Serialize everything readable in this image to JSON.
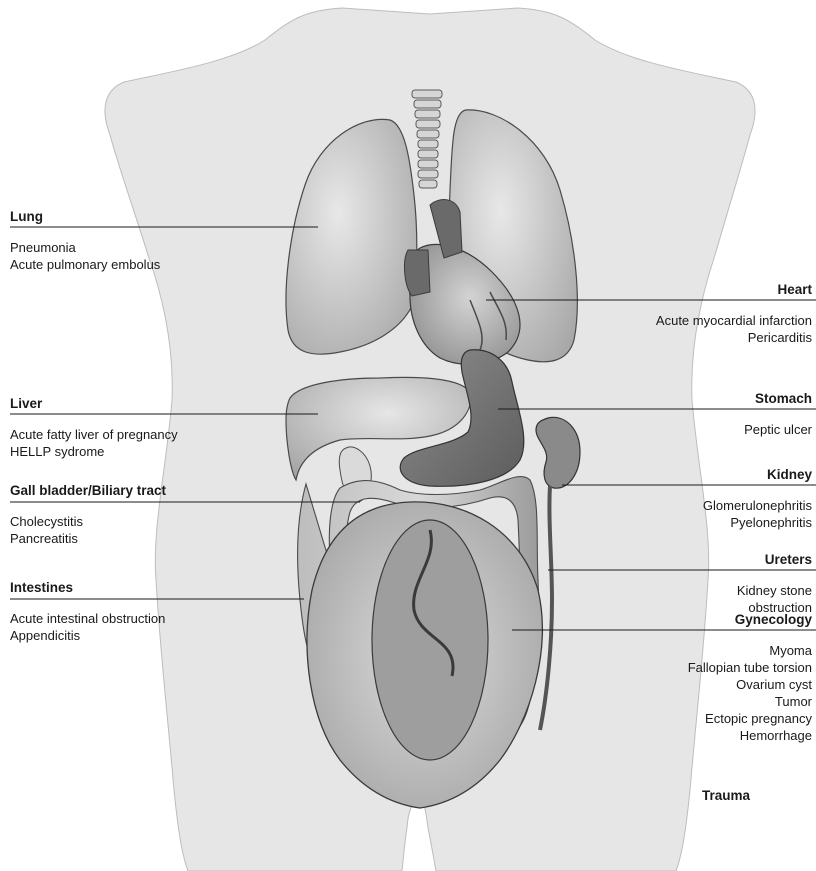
{
  "labels": {
    "lung": {
      "title": "Lung",
      "items": [
        "Pneumonia",
        "Acute pulmonary embolus"
      ]
    },
    "liver": {
      "title": "Liver",
      "items": [
        "Acute fatty liver of pregnancy",
        "HELLP sydrome"
      ]
    },
    "gall": {
      "title": "Gall bladder/Biliary tract",
      "items": [
        "Cholecystitis",
        "Pancreatitis"
      ]
    },
    "intestines": {
      "title": "Intestines",
      "items": [
        "Acute intestinal obstruction",
        "Appendicitis"
      ]
    },
    "heart": {
      "title": "Heart",
      "items": [
        "Acute myocardial infarction",
        "Pericarditis"
      ]
    },
    "stomach": {
      "title": "Stomach",
      "items": [
        "Peptic ulcer"
      ]
    },
    "kidney": {
      "title": "Kidney",
      "items": [
        "Glomerulonephritis",
        "Pyelonephritis"
      ]
    },
    "ureters": {
      "title": "Ureters",
      "items": [
        "Kidney stone",
        "obstruction"
      ]
    },
    "gynecology": {
      "title": "Gynecology",
      "items": [
        "Myoma",
        "Fallopian tube torsion",
        "Ovarium cyst",
        "Tumor",
        "Ectopic pregnancy",
        "Hemorrhage"
      ]
    },
    "trauma": {
      "title": "Trauma"
    }
  },
  "colors": {
    "body": "#e6e6e6",
    "organ_light": "#c9c9c9",
    "organ_mid": "#9a9a9a",
    "organ_dark": "#555555",
    "outline": "#4a4a4a"
  }
}
